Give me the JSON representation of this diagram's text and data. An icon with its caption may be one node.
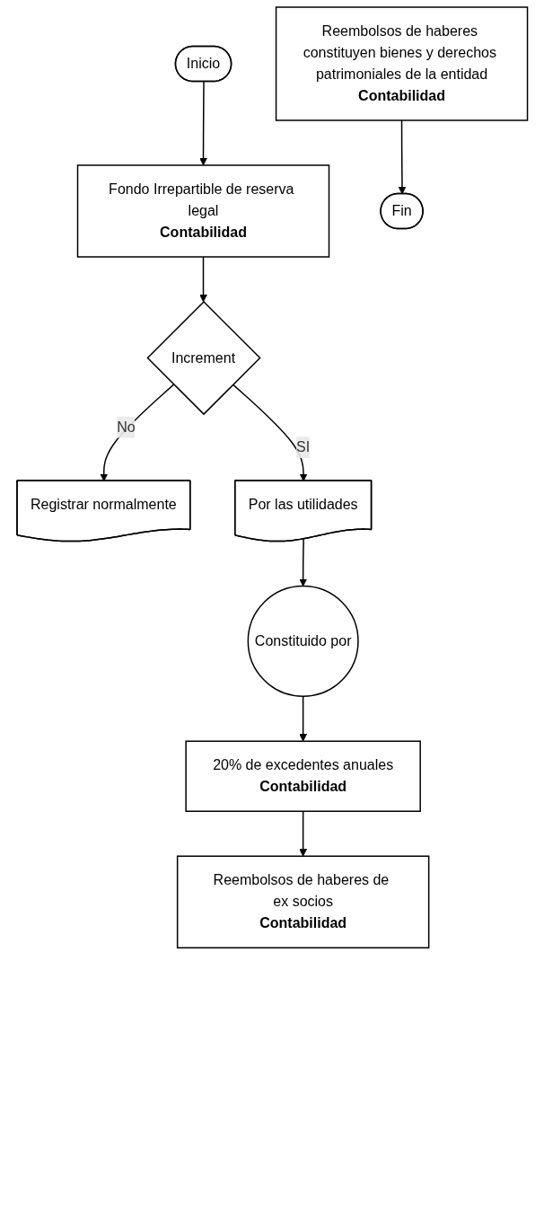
{
  "diagram": {
    "nodes": [
      {
        "text": [
          "Inicio"
        ]
      },
      {
        "text": [
          "Fondo Irrepartible de reserva legal",
          "Contabilidad"
        ]
      },
      {
        "text": [
          "Increment"
        ]
      },
      {
        "text": [
          "Registrar normalmente"
        ]
      },
      {
        "text": [
          "Por las utilidades"
        ]
      },
      {
        "text": [
          "Constituido por"
        ]
      },
      {
        "text": [
          "20% de excedentes anuales",
          "Contabilidad"
        ]
      },
      {
        "text": [
          "Reembolsos de haberes de ex socios",
          "Contabilidad"
        ]
      },
      {
        "text": [
          "Reembolsos de haberes constituyen bienes y derechos patrimoniales de la entidad",
          "Contabilidad"
        ]
      },
      {
        "text": [
          "Fin"
        ]
      }
    ],
    "edges": [
      {
        "from": 0,
        "to": 1,
        "arrow": "to"
      },
      {
        "from": 1,
        "to": 2,
        "arrow": "to"
      },
      {
        "from": 2,
        "to": 3,
        "arrow": "to",
        "label": "No"
      },
      {
        "from": 2,
        "to": 4,
        "arrow": "to",
        "label": "SI"
      },
      {
        "from": 4,
        "to": 5,
        "arrow": "to"
      },
      {
        "from": 5,
        "to": 6,
        "arrow": "to"
      },
      {
        "from": 6,
        "to": 7,
        "arrow": "to"
      },
      {
        "from": 8,
        "to": 9,
        "arrow": "to"
      }
    ]
  }
}
